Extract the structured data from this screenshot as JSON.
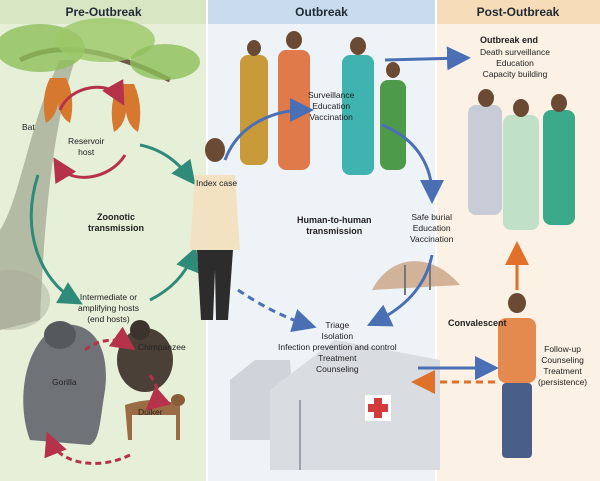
{
  "panels": {
    "pre": {
      "title": "Pre-Outbreak",
      "bg": "#e6efd8",
      "header_bg": "#d8e6c4"
    },
    "outbreak": {
      "title": "Outbreak",
      "bg": "#eef3f8",
      "header_bg": "#c9dcee"
    },
    "post": {
      "title": "Post-Outbreak",
      "bg": "#fbf1e4",
      "header_bg": "#f6dcb8"
    }
  },
  "labels": {
    "bat": "Bat",
    "reservoir": [
      "Reservoir",
      "host"
    ],
    "zoonotic": [
      "Zoonotic",
      "transmission"
    ],
    "intermediate": [
      "Intermediate or",
      "amplifying hosts",
      "(end hosts)"
    ],
    "chimpanzee": "Chimpanzee",
    "gorilla": "Gorilla",
    "duiker": "Duiker",
    "index_case": "Index case",
    "surveillance": [
      "Surveillance",
      "Education",
      "Vaccination"
    ],
    "human_to_human": [
      "Human-to-human",
      "transmission"
    ],
    "safe_burial": [
      "Safe burial",
      "Education",
      "Vaccination"
    ],
    "triage": [
      "Triage",
      "Isolation",
      "Infection prevention and control",
      "Treatment",
      "Counseling"
    ],
    "outbreak_end_title": "Outbreak end",
    "outbreak_end_items": [
      "Death surveillance",
      "Education",
      "Capacity building"
    ],
    "convalescent": "Convalescent",
    "followup": [
      "Follow-up",
      "Counseling",
      "Treatment",
      "(persistence)"
    ]
  },
  "colors": {
    "teal_arrow": "#2f8a7a",
    "blue_arrow": "#4a6fb5",
    "red_arrow": "#b5324a",
    "orange_arrow": "#e0702a",
    "tent": "#d9dde2",
    "cross": "#d33a3a"
  }
}
